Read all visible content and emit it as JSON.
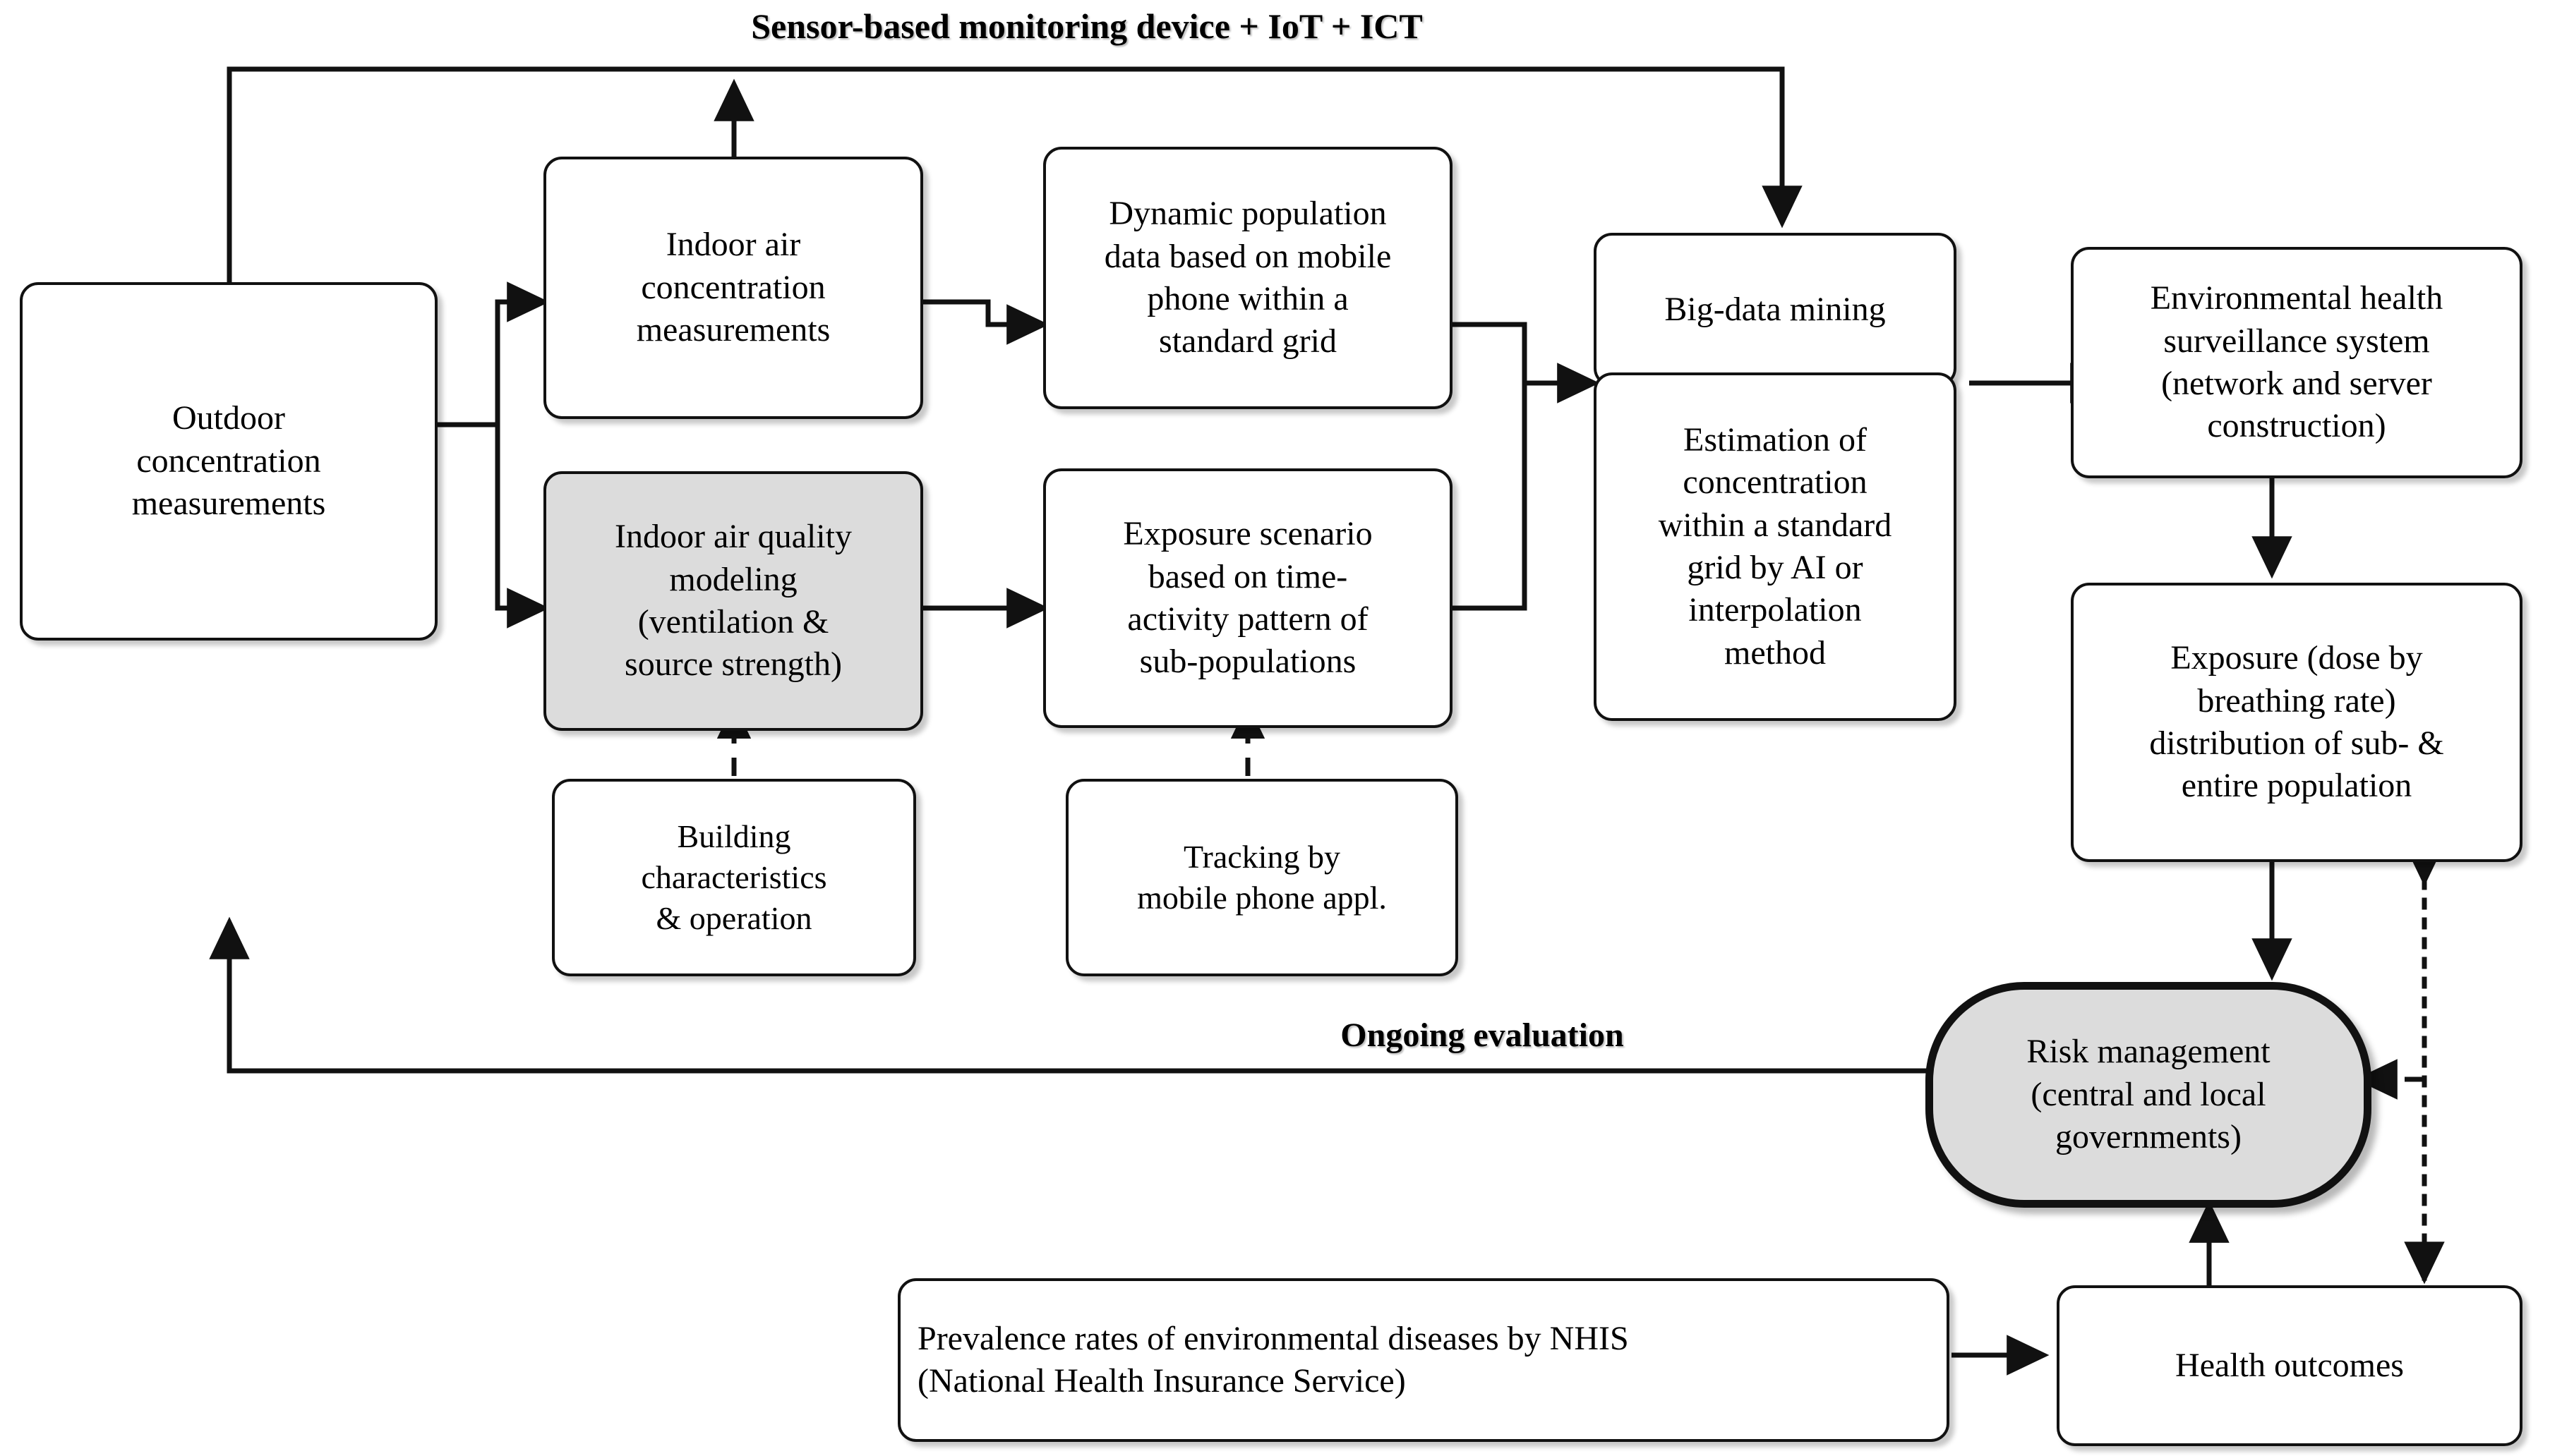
{
  "diagram": {
    "title": "Sensor-based monitoring device + IoT + ICT",
    "secondary_label": "Ongoing evaluation",
    "accent_shaded": "#dcdcdc",
    "line_color": "#111111",
    "background": "#ffffff"
  },
  "nodes": {
    "outdoor": "Outdoor\nconcentration\nmeasurements",
    "indoor_meas": "Indoor air\nconcentration\nmeasurements",
    "iaq_model": "Indoor air quality\nmodeling\n(ventilation &\nsource strength)",
    "building": "Building\ncharacteristics\n& operation",
    "dynamic_pop": "Dynamic population\ndata based on mobile\nphone within a\nstandard grid",
    "exposure_scenario": "Exposure scenario\nbased on time-\nactivity pattern of\nsub-populations",
    "tracking": "Tracking by\nmobile phone appl.",
    "bigdata": "Big-data mining",
    "estimation": "Estimation of\nconcentration\nwithin a standard\ngrid by AI or\ninterpolation\nmethod",
    "surveillance": "Environmental health\nsurveillance system\n(network and server\nconstruction)",
    "exposure_dist": "Exposure (dose by\nbreathing rate)\ndistribution of sub- &\nentire population",
    "risk_mgmt": "Risk management\n(central and local\ngovernments)",
    "nhis": "Prevalence rates of environmental diseases by NHIS\n(National Health Insurance Service)",
    "health_outcomes": "Health outcomes"
  }
}
